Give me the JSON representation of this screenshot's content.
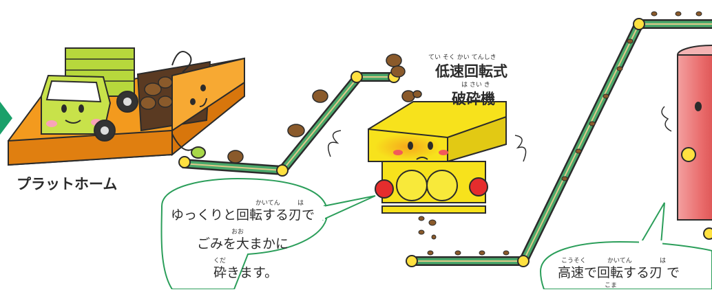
{
  "labels": {
    "platform": "プラットホーム",
    "crusher_line1": "低速回転式",
    "crusher_line2": "破砕機",
    "crusher_ruby1": "てい そく かい てんしき",
    "crusher_ruby2": "は さい き"
  },
  "bubble_left": {
    "line1": "ゆっくりと回転する刃で",
    "line2": "ごみを大まかに",
    "line3": "砕きます。",
    "ruby1a": "かいてん",
    "ruby1b": "は",
    "ruby2": "おお",
    "ruby3": "くだ"
  },
  "bubble_right": {
    "line1": "高速で回転する刃 で",
    "ruby1a": "こうそく",
    "ruby1b": "かいてん",
    "ruby1c": "は",
    "ruby2": "こま"
  },
  "colors": {
    "conveyor_green": "#2e8b57",
    "arrow_green": "#1aa06a",
    "truck_green": "#b7d83c",
    "platform_orange": "#f39a1e",
    "crusher_yellow": "#f7e21c",
    "right_machine_red": "#e96a6a",
    "garbage_brown": "#8a5a2b"
  }
}
